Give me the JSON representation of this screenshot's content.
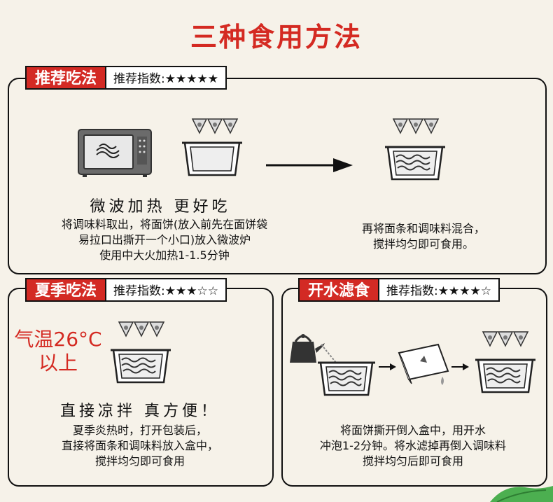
{
  "title": "三种食用方法",
  "panels": {
    "recommended": {
      "tag": "推荐吃法",
      "rating": "推荐指数:★★★★★",
      "caption": "微波加热 更好吃",
      "left_text": [
        "将调味料取出，将面饼(放入前先在面饼袋",
        "易拉口出撕开一个小口)放入微波炉",
        "使用中大火加热1-1.5分钟"
      ],
      "right_text": [
        "再将面条和调味料混合，",
        "搅拌均匀即可食用。"
      ]
    },
    "summer": {
      "tag": "夏季吃法",
      "rating": "推荐指数:★★★☆☆",
      "warn": [
        "气温26°C",
        "以上"
      ],
      "caption": "直接凉拌 真方便！",
      "text": [
        "夏季炎热时，打开包装后，",
        "直接将面条和调味料放入盒中，",
        "搅拌均匀即可食用"
      ]
    },
    "boil": {
      "tag": "开水滤食",
      "rating": "推荐指数:★★★★☆",
      "text": [
        "将面饼撕开倒入盒中，用开水",
        "冲泡1-2分钟。将水滤掉再倒入调味料",
        "搅拌均匀后即可食用"
      ]
    }
  },
  "icons": [
    "microwave-icon",
    "tray-icon",
    "seasoning-packet-icon",
    "arrow-right-icon",
    "kettle-icon",
    "lid-icon",
    "leaf-icon"
  ],
  "colors": {
    "accent": "#d32a24",
    "background": "#f6f2e9",
    "border": "#111111"
  }
}
